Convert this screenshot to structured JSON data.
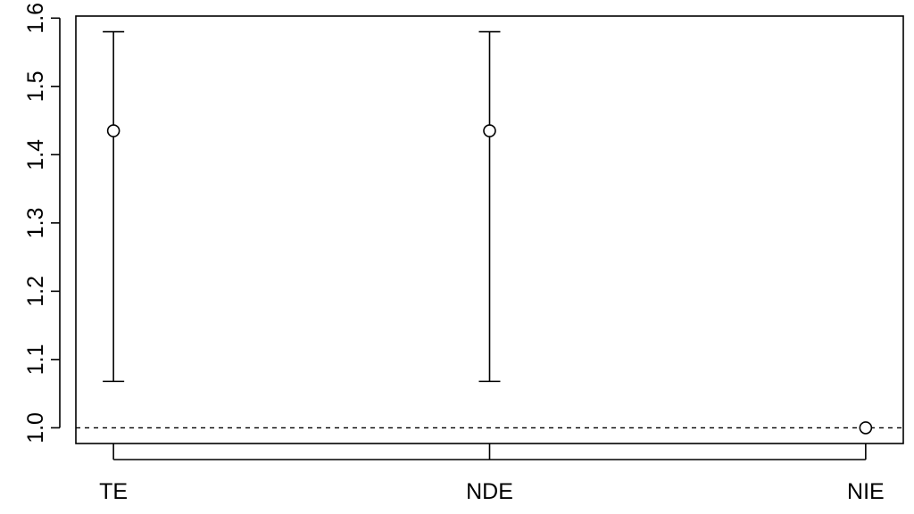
{
  "chart_data": {
    "type": "scatter",
    "title": "",
    "xlabel": "",
    "ylabel": "",
    "categories": [
      "TE",
      "NDE",
      "NIE"
    ],
    "y_ticks": [
      1.0,
      1.1,
      1.2,
      1.3,
      1.4,
      1.5,
      1.6
    ],
    "y_tick_labels": [
      "1.0",
      "1.1",
      "1.2",
      "1.3",
      "1.4",
      "1.5",
      "1.6"
    ],
    "ylim": [
      0.977,
      1.603
    ],
    "xlim": [
      0.9,
      3.1
    ],
    "grid": false,
    "legend": "none",
    "series": [
      {
        "estimates": [
          1.435,
          1.435,
          1.0
        ],
        "lower": [
          1.068,
          1.068,
          1.0
        ],
        "upper": [
          1.58,
          1.58,
          1.0
        ]
      }
    ],
    "reference_line": {
      "y": 1.0,
      "style": "dashed"
    },
    "colors": {
      "marks": "#000000",
      "background": "#ffffff"
    }
  }
}
